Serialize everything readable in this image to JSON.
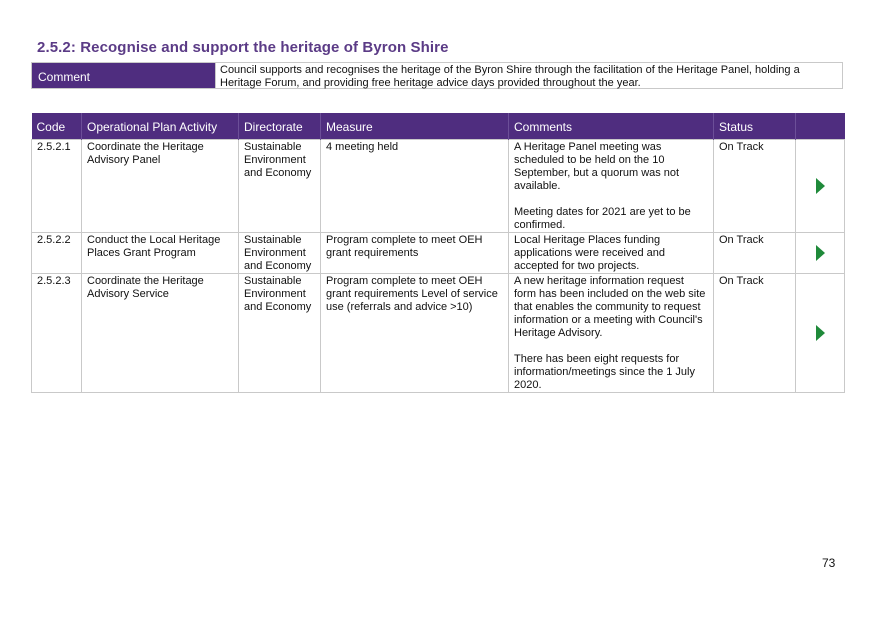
{
  "page": {
    "title": "2.5.2: Recognise and support the heritage of Byron Shire",
    "comment_label": "Comment",
    "comment_text": "Council supports and recognises the heritage of the Byron Shire through the facilitation of the Heritage Panel, holding a Heritage Forum, and providing free heritage advice days provided throughout the year.",
    "page_number": "73"
  },
  "colors": {
    "header_bg": "#4f2d7f",
    "title": "#5b3b86",
    "status_arrow": "#1f8a3a"
  },
  "table": {
    "headers": [
      "Code",
      "Operational Plan Activity",
      "Directorate",
      "Measure",
      "Comments",
      "Status",
      ""
    ],
    "rows": [
      {
        "code": "2.5.2.1",
        "activity": "Coordinate the Heritage Advisory Panel",
        "directorate": "Sustainable Environment and Economy",
        "measure": "4 meeting held",
        "comments_p1": "A Heritage Panel meeting was scheduled to be held on the 10 September, but a quorum was not available.",
        "comments_p2": "Meeting dates for 2021 are yet to be confirmed.",
        "status": "On Track",
        "status_icon": "green-right-arrow-icon"
      },
      {
        "code": "2.5.2.2",
        "activity": "Conduct the Local Heritage Places Grant Program",
        "directorate": "Sustainable Environment and Economy",
        "measure": "Program complete to meet OEH grant requirements",
        "comments_p1": "Local Heritage Places funding applications were received and accepted for two projects.",
        "comments_p2": "",
        "status": "On Track",
        "status_icon": "green-right-arrow-icon"
      },
      {
        "code": "2.5.2.3",
        "activity": "Coordinate the Heritage Advisory Service",
        "directorate": "Sustainable Environment and Economy",
        "measure": "Program complete to meet OEH grant requirements Level of service use (referrals and advice >10)",
        "comments_p1": "A new heritage information request form has been included on the web site that enables the community to request information or a meeting with Council's Heritage Advisory.",
        "comments_p2": "There has been eight requests for information/meetings since the 1 July 2020.",
        "status": "On Track",
        "status_icon": "green-right-arrow-icon"
      }
    ]
  }
}
